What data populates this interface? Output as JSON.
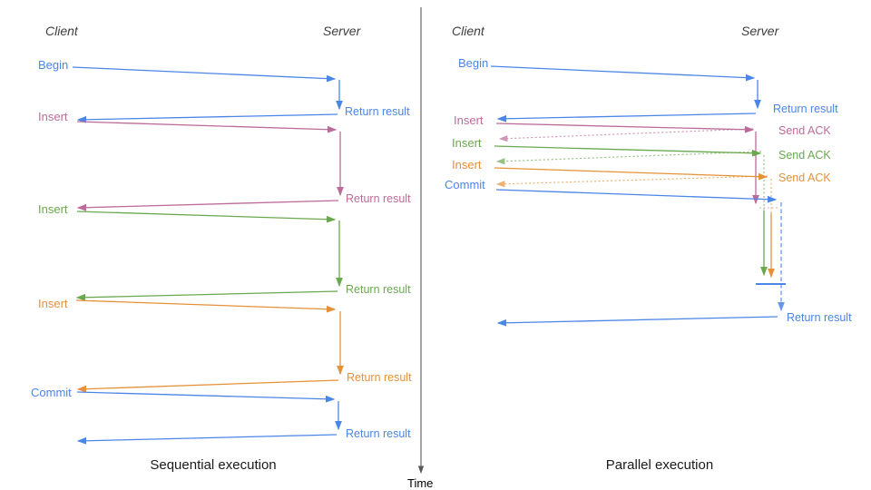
{
  "colors": {
    "blue": "#4a86e8",
    "pink": "#bd6b99",
    "green": "#6aa84f",
    "orange": "#e69138",
    "axis": "#595959",
    "heading": "#3d3d3d",
    "caption": "#1a1a1a"
  },
  "time_axis": {
    "label": "Time"
  },
  "left_panel": {
    "caption": "Sequential execution",
    "client_header": "Client",
    "server_header": "Server",
    "messages": [
      {
        "label": "Begin",
        "color": "blue",
        "response": "Return result"
      },
      {
        "label": "Insert",
        "color": "pink",
        "response": "Return result"
      },
      {
        "label": "Insert",
        "color": "green",
        "response": "Return result"
      },
      {
        "label": "Insert",
        "color": "orange",
        "response": "Return result"
      },
      {
        "label": "Commit",
        "color": "blue",
        "response": "Return result"
      }
    ]
  },
  "right_panel": {
    "caption": "Parallel execution",
    "client_header": "Client",
    "server_header": "Server",
    "messages": [
      {
        "label": "Begin",
        "color": "blue",
        "response": "Return result"
      },
      {
        "label": "Insert",
        "color": "pink",
        "response": "Send ACK"
      },
      {
        "label": "Insert",
        "color": "green",
        "response": "Send ACK"
      },
      {
        "label": "Insert",
        "color": "orange",
        "response": "Send ACK"
      },
      {
        "label": "Commit",
        "color": "blue",
        "response": "Return result"
      }
    ]
  }
}
